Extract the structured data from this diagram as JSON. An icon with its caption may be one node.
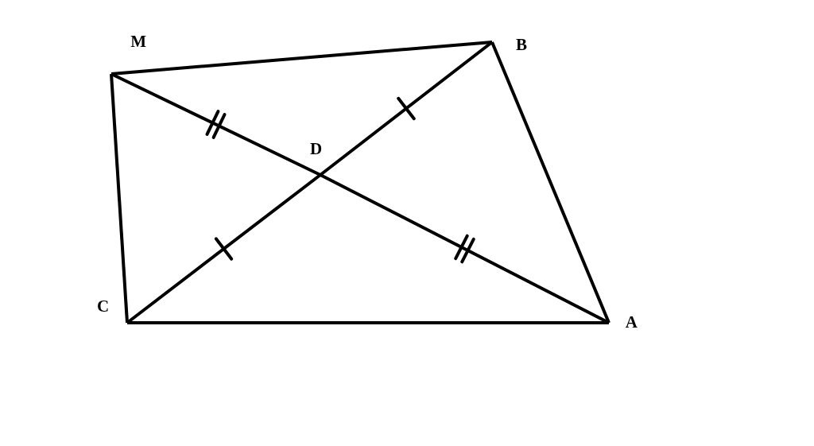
{
  "diagram": {
    "nodes": [
      {
        "text": [
          "M"
        ]
      },
      {
        "text": [
          "B"
        ]
      },
      {
        "text": [
          "D"
        ]
      },
      {
        "text": [
          "C"
        ]
      },
      {
        "text": [
          "A"
        ]
      }
    ],
    "edges": [
      {
        "from": 0,
        "to": 1,
        "arrow": "none"
      },
      {
        "from": 1,
        "to": 4,
        "arrow": "none"
      },
      {
        "from": 3,
        "to": 4,
        "arrow": "none"
      },
      {
        "from": 0,
        "to": 3,
        "arrow": "none"
      },
      {
        "from": 0,
        "to": 2,
        "arrow": "none"
      },
      {
        "from": 2,
        "to": 4,
        "arrow": "none"
      },
      {
        "from": 3,
        "to": 2,
        "arrow": "none"
      },
      {
        "from": 2,
        "to": 1,
        "arrow": "none"
      }
    ]
  }
}
